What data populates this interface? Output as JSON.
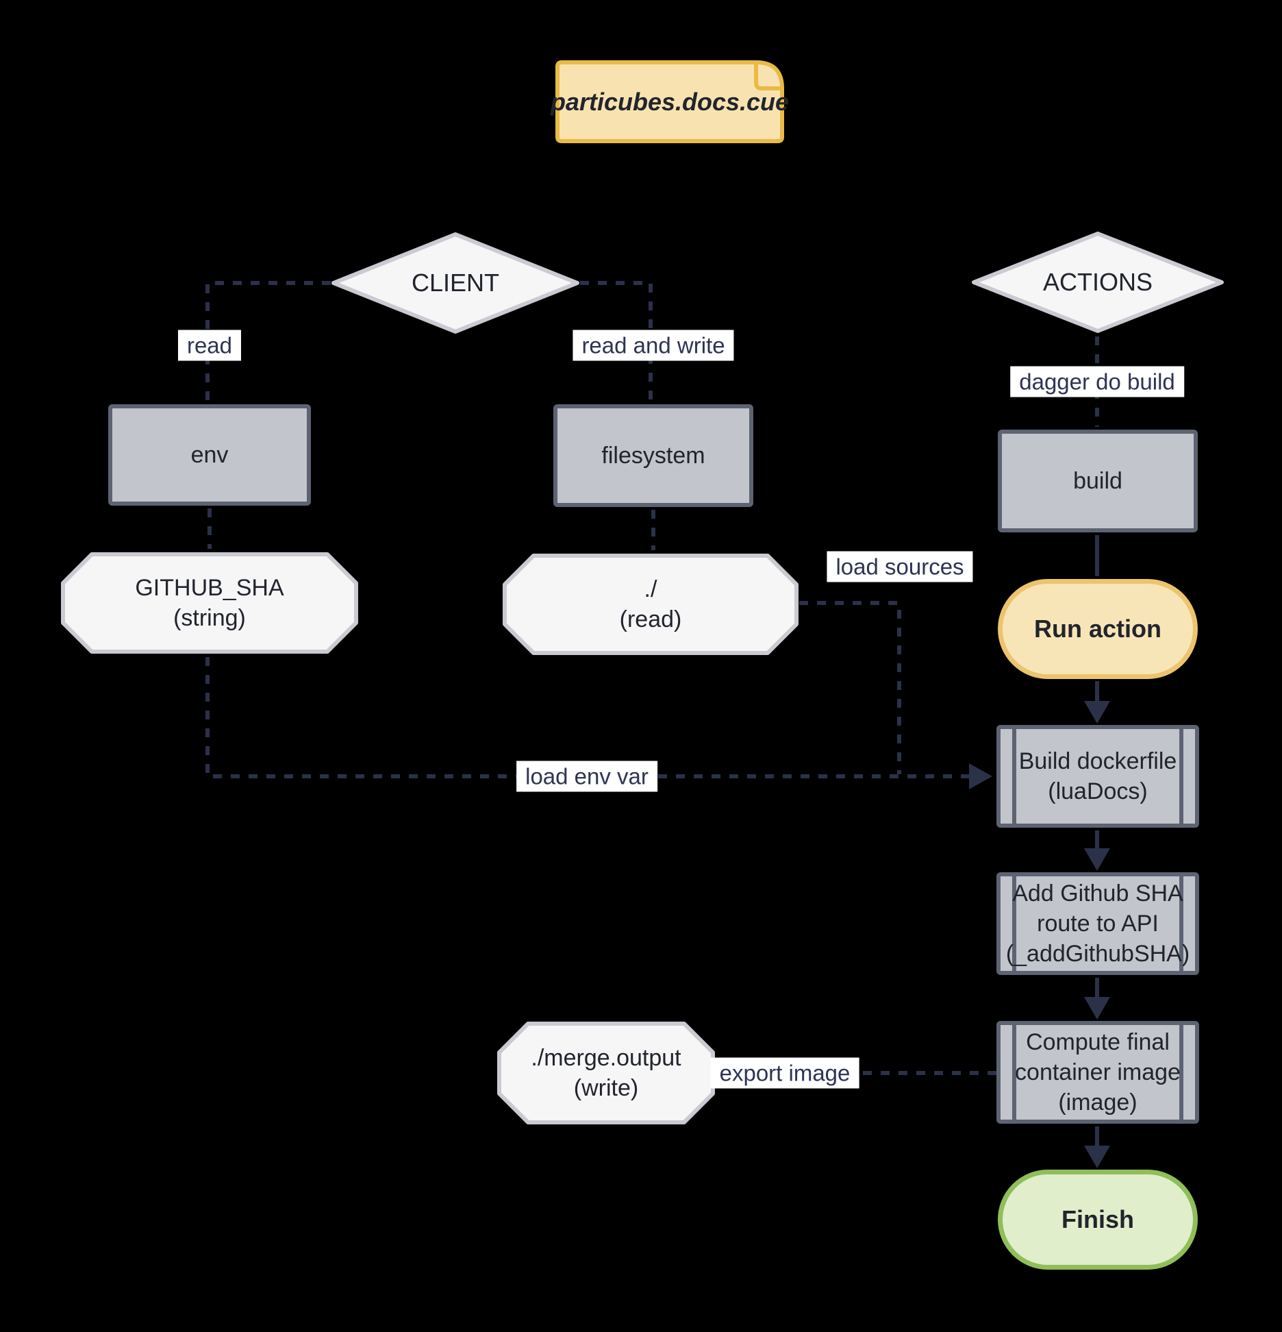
{
  "diagram_title": "particubes.docs.cue dagger build plan flowchart",
  "colors": {
    "background": "#000000",
    "edge": "#2b3148",
    "label_bg": "#ffffff",
    "label_text": "#2d3453",
    "box_fill": "#c3c5cc",
    "box_border": "#5d6372",
    "shape_fill": "#f6f6f7",
    "shape_border": "#cacad2",
    "note_fill": "#f8e3b0",
    "note_border": "#eaba45",
    "action_fill": "#f8e5b7",
    "action_border": "#ecc46c",
    "finish_fill": "#e0eecb",
    "finish_border": "#90be58",
    "node_text": "#22242d"
  },
  "nodes": [
    {
      "id": "note",
      "shape": "note",
      "label": "particubes.docs.cue"
    },
    {
      "id": "client",
      "shape": "diamond",
      "label": "CLIENT"
    },
    {
      "id": "actions",
      "shape": "diamond",
      "label": "ACTIONS"
    },
    {
      "id": "env",
      "shape": "rect",
      "label": "env"
    },
    {
      "id": "filesystem",
      "shape": "rect",
      "label": "filesystem"
    },
    {
      "id": "build",
      "shape": "rect",
      "label": "build"
    },
    {
      "id": "github-sha",
      "shape": "octagon",
      "label": "GITHUB_SHA\n(string)"
    },
    {
      "id": "dot-slash-read",
      "shape": "octagon",
      "label": "./\n(read)"
    },
    {
      "id": "run-action",
      "shape": "stadium",
      "label": "Run action"
    },
    {
      "id": "build-dockerfile",
      "shape": "subroutine",
      "label": "Build dockerfile\n(luaDocs)"
    },
    {
      "id": "add-github-sha",
      "shape": "subroutine",
      "label": "Add Github SHA\nroute to API\n(_addGithubSHA)"
    },
    {
      "id": "compute-image",
      "shape": "subroutine",
      "label": "Compute final\ncontainer image\n(image)"
    },
    {
      "id": "merge-output",
      "shape": "octagon",
      "label": "./merge.output\n(write)"
    },
    {
      "id": "finish",
      "shape": "stadium",
      "label": "Finish"
    }
  ],
  "edge_labels": [
    {
      "id": "read",
      "text": "read"
    },
    {
      "id": "read-and-write",
      "text": "read and write"
    },
    {
      "id": "dagger-do-build",
      "text": "dagger do build"
    },
    {
      "id": "load-sources",
      "text": "load sources"
    },
    {
      "id": "load-env-var",
      "text": "load env var"
    },
    {
      "id": "export-image",
      "text": "export image"
    }
  ],
  "edges": [
    {
      "from": "client",
      "to": "env",
      "label": "read",
      "style": "dashed",
      "arrow": false
    },
    {
      "from": "client",
      "to": "filesystem",
      "label": "read and write",
      "style": "dashed",
      "arrow": false
    },
    {
      "from": "env",
      "to": "github-sha",
      "label": "",
      "style": "dashed",
      "arrow": false
    },
    {
      "from": "filesystem",
      "to": "dot-slash-read",
      "label": "",
      "style": "dashed",
      "arrow": false
    },
    {
      "from": "github-sha",
      "to": "build-dockerfile",
      "label": "load env var",
      "style": "dashed",
      "arrow": true
    },
    {
      "from": "dot-slash-read",
      "to": "build-dockerfile",
      "label": "load sources",
      "style": "dashed",
      "arrow": true
    },
    {
      "from": "actions",
      "to": "build",
      "label": "dagger do build",
      "style": "dashed",
      "arrow": false
    },
    {
      "from": "build",
      "to": "run-action",
      "label": "",
      "style": "solid",
      "arrow": false
    },
    {
      "from": "run-action",
      "to": "build-dockerfile",
      "label": "",
      "style": "solid",
      "arrow": true
    },
    {
      "from": "build-dockerfile",
      "to": "add-github-sha",
      "label": "",
      "style": "solid",
      "arrow": true
    },
    {
      "from": "add-github-sha",
      "to": "compute-image",
      "label": "",
      "style": "solid",
      "arrow": true
    },
    {
      "from": "compute-image",
      "to": "finish",
      "label": "",
      "style": "solid",
      "arrow": true
    },
    {
      "from": "compute-image",
      "to": "merge-output",
      "label": "export image",
      "style": "dashed",
      "arrow": true
    }
  ]
}
